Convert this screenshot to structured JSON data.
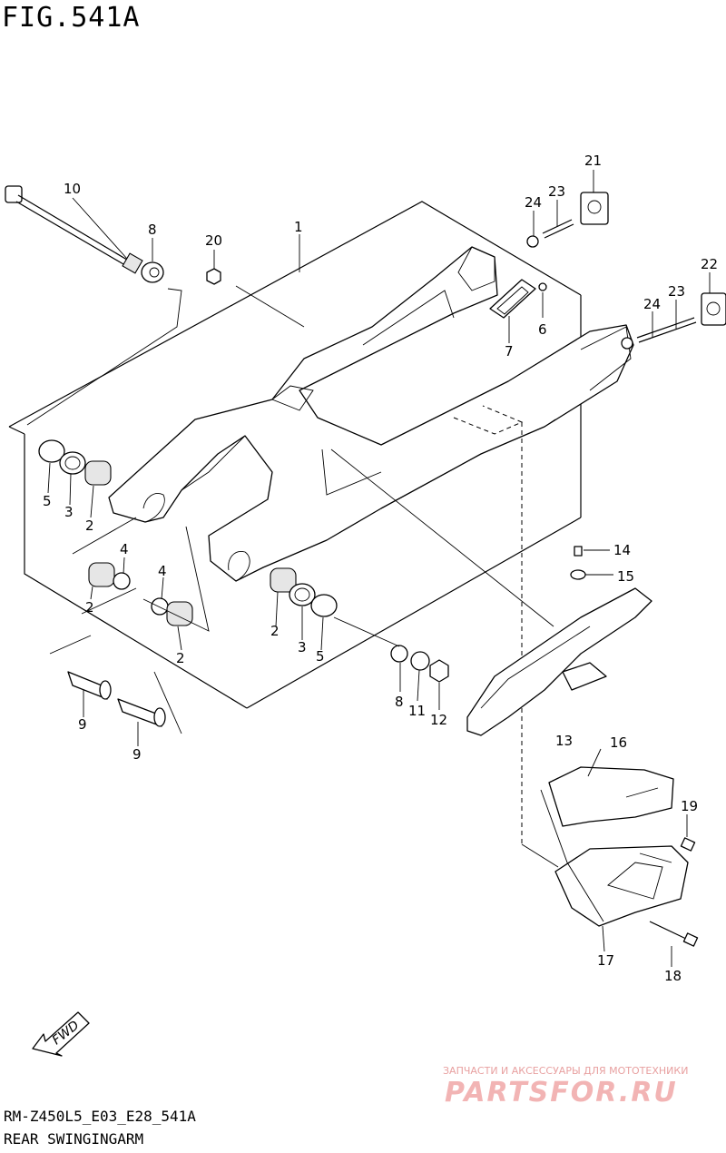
{
  "header": {
    "fig_title": "FIG.541A"
  },
  "footer": {
    "model_code": "RM-Z450L5_E03_E28_541A",
    "section_name": "REAR SWINGINGARM"
  },
  "watermark": {
    "tagline": "ЗАПЧАСТИ И АКСЕССУАРЫ ДЛЯ МОТОТЕХНИКИ",
    "brand": "PARTSFOR.RU",
    "color": "#f2b4b4"
  },
  "fwd_badge": {
    "label": "FWD"
  },
  "callouts": [
    {
      "id": "c10a",
      "num": "10"
    },
    {
      "id": "c8a",
      "num": "8"
    },
    {
      "id": "c20",
      "num": "20"
    },
    {
      "id": "c1",
      "num": "1"
    },
    {
      "id": "c21",
      "num": "21"
    },
    {
      "id": "c23a",
      "num": "23"
    },
    {
      "id": "c24a",
      "num": "24"
    },
    {
      "id": "c22",
      "num": "22"
    },
    {
      "id": "c23b",
      "num": "23"
    },
    {
      "id": "c24b",
      "num": "24"
    },
    {
      "id": "c6",
      "num": "6"
    },
    {
      "id": "c7",
      "num": "7"
    },
    {
      "id": "c5a",
      "num": "5"
    },
    {
      "id": "c3a",
      "num": "3"
    },
    {
      "id": "c2a",
      "num": "2"
    },
    {
      "id": "c4a",
      "num": "4"
    },
    {
      "id": "c2b",
      "num": "2"
    },
    {
      "id": "c4b",
      "num": "4"
    },
    {
      "id": "c2c",
      "num": "2"
    },
    {
      "id": "c2d",
      "num": "2"
    },
    {
      "id": "c3b",
      "num": "3"
    },
    {
      "id": "c5b",
      "num": "5"
    },
    {
      "id": "c9a",
      "num": "9"
    },
    {
      "id": "c9b",
      "num": "9"
    },
    {
      "id": "c8b",
      "num": "8"
    },
    {
      "id": "c11",
      "num": "11"
    },
    {
      "id": "c12",
      "num": "12"
    },
    {
      "id": "c14",
      "num": "14"
    },
    {
      "id": "c15",
      "num": "15"
    },
    {
      "id": "c13",
      "num": "13"
    },
    {
      "id": "c16",
      "num": "16"
    },
    {
      "id": "c19",
      "num": "19"
    },
    {
      "id": "c17",
      "num": "17"
    },
    {
      "id": "c18",
      "num": "18"
    }
  ]
}
